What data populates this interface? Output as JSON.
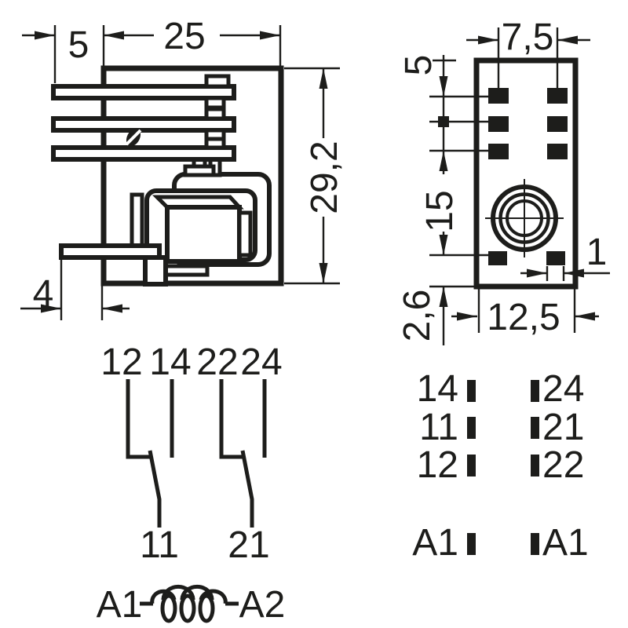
{
  "drawing": {
    "type": "relay-dimensional-drawing",
    "colors": {
      "ink": "#1d1d1b",
      "background": "#ffffff"
    },
    "side_view": {
      "dim_pin_length": "5",
      "dim_body_width": "25",
      "dim_body_height": "29,2",
      "dim_pin_offset": "4"
    },
    "footprint_view": {
      "dim_col_spacing": "7,5",
      "dim_top_row": "5",
      "dim_row_span": "15",
      "dim_bottom_row": "2,6",
      "dim_pad_width": "1",
      "dim_body_width": "12,5"
    },
    "schematic": {
      "top_terminals": [
        "12",
        "14",
        "22",
        "24"
      ],
      "bottom_terminals": [
        "11",
        "21"
      ],
      "coil_left": "A1",
      "coil_right": "A2"
    },
    "pin_map": {
      "left_labels": [
        "14",
        "11",
        "12"
      ],
      "right_labels": [
        "24",
        "21",
        "22"
      ],
      "coil_left": "A1",
      "coil_right": "A1"
    }
  }
}
